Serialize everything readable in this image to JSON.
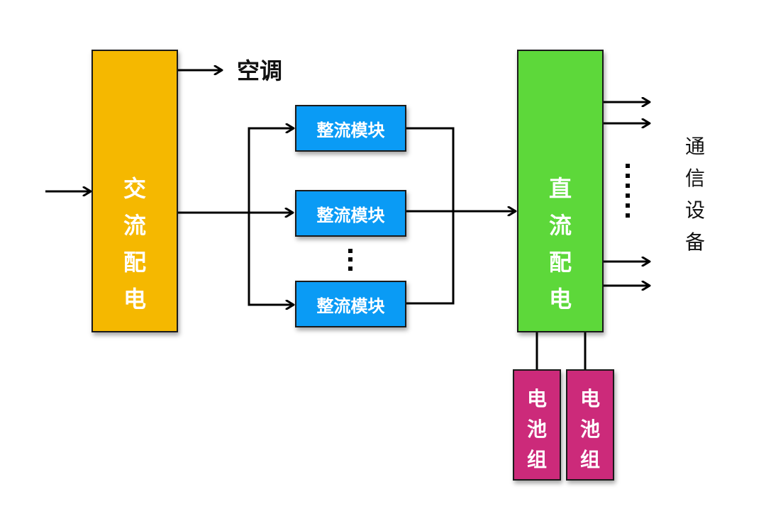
{
  "diagram": {
    "type": "power-supply-block-diagram",
    "colors": {
      "ac_distribution": "#F5B800",
      "rectifier": "#0A9BF5",
      "dc_distribution": "#5DD83A",
      "battery": "#CC2A7A",
      "line": "#000000",
      "box_text": "#FFFFFF",
      "label_text": "#111111"
    },
    "ac_distribution": {
      "label": "交流配电",
      "chars": [
        "交",
        "流",
        "配",
        "电"
      ]
    },
    "air_conditioner": {
      "label": "空调"
    },
    "rectifiers": [
      {
        "label": "整流模块"
      },
      {
        "label": "整流模块"
      },
      {
        "label": "整流模块"
      }
    ],
    "rectifier_ellipsis": "⋮",
    "dc_distribution": {
      "label": "直流配电",
      "chars": [
        "直",
        "流",
        "配",
        "电"
      ]
    },
    "batteries": [
      {
        "label": "电池组",
        "chars": [
          "电",
          "池",
          "组"
        ]
      },
      {
        "label": "电池组",
        "chars": [
          "电",
          "池",
          "组"
        ]
      }
    ],
    "output_ellipsis": "⋮",
    "communication_equipment": {
      "label": "通信设备",
      "chars": [
        "通",
        "信",
        "设",
        "备"
      ]
    },
    "connections": [
      {
        "from": "input",
        "to": "ac_distribution"
      },
      {
        "from": "ac_distribution",
        "to": "air_conditioner"
      },
      {
        "from": "ac_distribution",
        "to": "rectifiers"
      },
      {
        "from": "rectifiers",
        "to": "dc_distribution"
      },
      {
        "from": "dc_distribution",
        "to": "communication_equipment",
        "count_shown": 4
      },
      {
        "from": "dc_distribution",
        "to": "batteries"
      }
    ]
  }
}
